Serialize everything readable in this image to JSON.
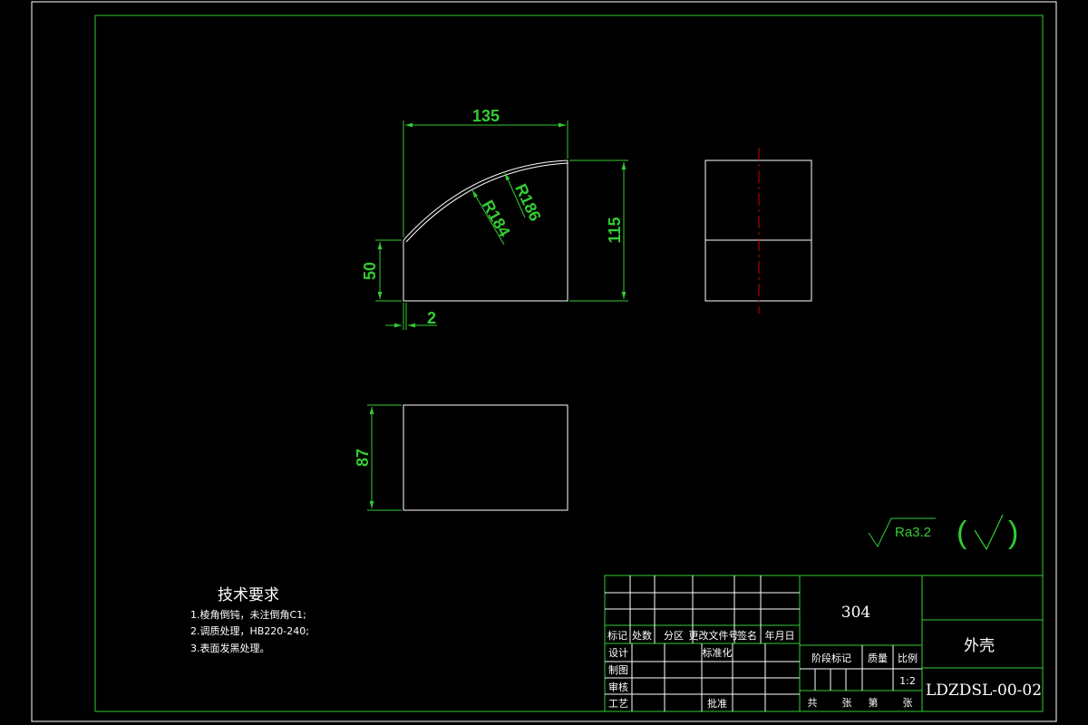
{
  "dimensions": {
    "width_top": "135",
    "height_right": "115",
    "height_left": "50",
    "offset_bottom": "2",
    "radius_inner": "R184",
    "radius_outer": "R186",
    "height_lower_view": "87"
  },
  "surface_finish": {
    "value": "Ra3.2",
    "bracket_open": "(",
    "bracket_close": ")"
  },
  "technical_requirements": {
    "title": "技术要求",
    "items": [
      "1.棱角倒钝，未注倒角C1;",
      "2.调质处理，HB220-240;",
      "3.表面发黑处理。"
    ]
  },
  "title_block": {
    "material": "304",
    "part_name": "外壳",
    "drawing_number": "LDZDSL-00-02",
    "scale": "1:2",
    "revision_headers": [
      "标记",
      "处数",
      "分区",
      "更改文件号",
      "签名",
      "年月日"
    ],
    "roles": {
      "design": "设计",
      "standardization": "标准化",
      "drafting": "制图",
      "review": "审核",
      "process": "工艺",
      "approval": "批准"
    },
    "stage_mark": "阶段标记",
    "mass": "质量",
    "ratio": "比例",
    "sheets": {
      "total": "共",
      "sheet_unit_1": "张",
      "sheet_no": "第",
      "sheet_unit_2": "张"
    }
  },
  "colors": {
    "frame": "#33cc33",
    "geometry": "#ffffff",
    "centerline": "#cc0000",
    "dimension": "#33cc33"
  }
}
